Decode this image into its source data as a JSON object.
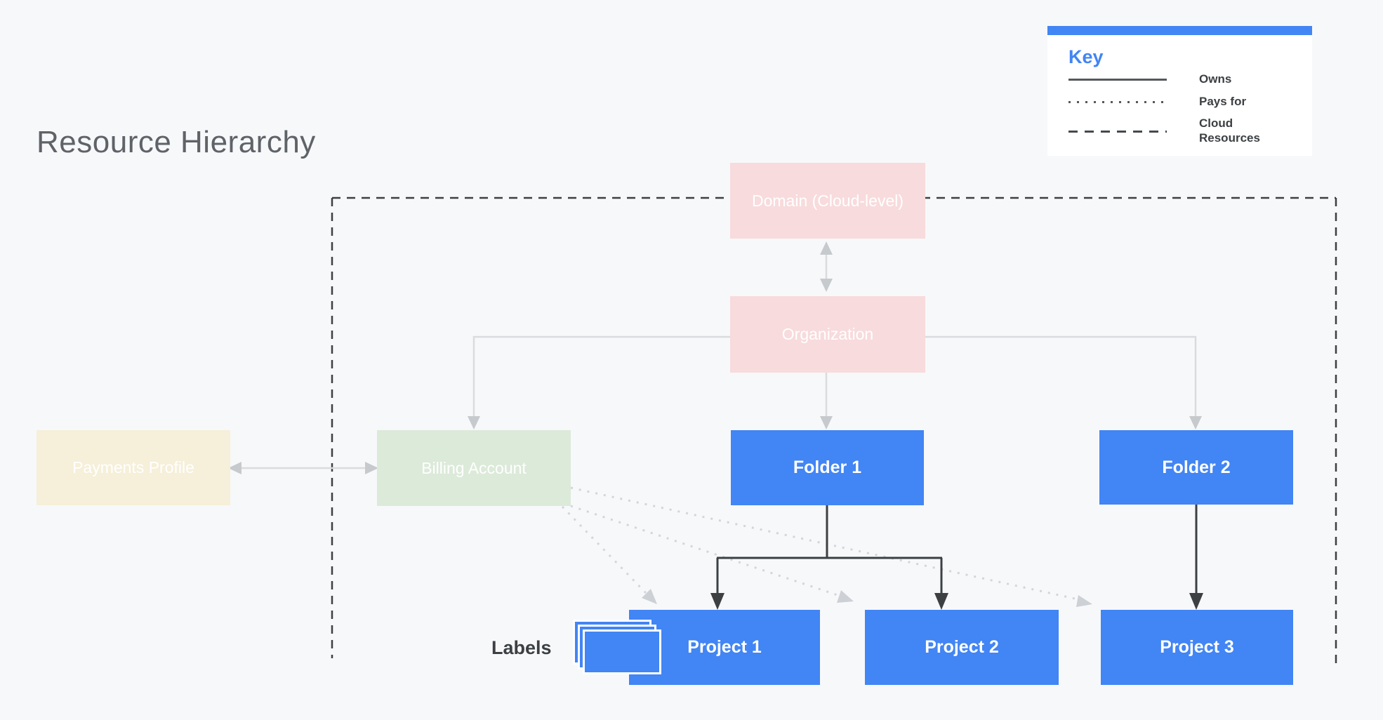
{
  "title": "Resource Hierarchy",
  "key": {
    "title": "Key",
    "items": [
      {
        "style": "solid",
        "label": "Owns"
      },
      {
        "style": "dotted",
        "label": "Pays for"
      },
      {
        "style": "dashed",
        "label": "Cloud Resources"
      }
    ]
  },
  "nodes": {
    "domain": {
      "label": "Domain (Cloud-level)",
      "color": "#f8dbdc"
    },
    "organization": {
      "label": "Organization",
      "color": "#f8dbdc"
    },
    "payments_profile": {
      "label": "Payments Profile",
      "color": "#f6efd9"
    },
    "billing_account": {
      "label": "Billing Account",
      "color": "#dcead9"
    },
    "folder1": {
      "label": "Folder 1",
      "color": "#4285f4"
    },
    "folder2": {
      "label": "Folder 2",
      "color": "#4285f4"
    },
    "project1": {
      "label": "Project 1",
      "color": "#4285f4"
    },
    "project2": {
      "label": "Project 2",
      "color": "#4285f4"
    },
    "project3": {
      "label": "Project 3",
      "color": "#4285f4"
    }
  },
  "labels_caption": "Labels",
  "colors": {
    "background": "#f7f8fa",
    "accent_blue": "#4285f4",
    "owns_line_gray": "#d9dbde",
    "dark_line": "#3c4043",
    "title_gray": "#5f6368"
  }
}
